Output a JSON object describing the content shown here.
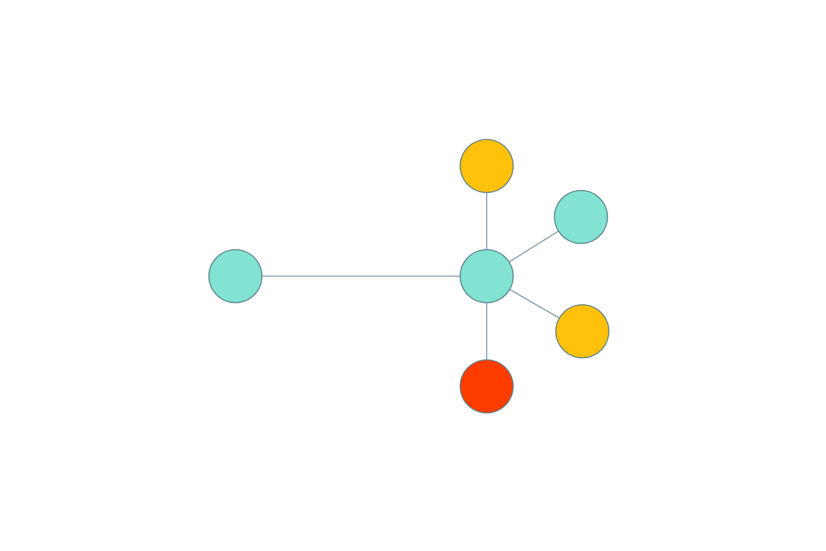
{
  "diagram": {
    "type": "network-graph",
    "background_color": "#ffffff",
    "edge_color": "#7f9aaa",
    "node_stroke_color": "#5b7f8c",
    "node_colors": {
      "teal": "#82e3d2",
      "amber": "#ffc10a",
      "red": "#ff3c00"
    },
    "nodes": [
      {
        "id": "hub",
        "color": "teal"
      },
      {
        "id": "left",
        "color": "teal"
      },
      {
        "id": "top",
        "color": "amber"
      },
      {
        "id": "upper-right",
        "color": "teal"
      },
      {
        "id": "lower-right",
        "color": "amber"
      },
      {
        "id": "bottom",
        "color": "red"
      }
    ],
    "edges": [
      {
        "from": "hub",
        "to": "left"
      },
      {
        "from": "hub",
        "to": "top"
      },
      {
        "from": "hub",
        "to": "upper-right"
      },
      {
        "from": "hub",
        "to": "lower-right"
      },
      {
        "from": "hub",
        "to": "bottom"
      }
    ]
  }
}
